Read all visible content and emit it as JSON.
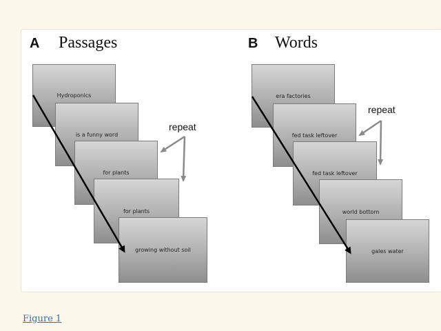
{
  "panel_a": {
    "letter": "A",
    "title": "Passages",
    "cards": [
      "Hydroponics",
      "is a funny word",
      "for plants",
      "for plants",
      "growing without soil"
    ],
    "repeat_label": "repeat"
  },
  "panel_b": {
    "letter": "B",
    "title": "Words",
    "cards": [
      "era factories",
      "fed task leftover",
      "fed task leftover",
      "world bottom",
      "gales water"
    ],
    "repeat_label": "repeat"
  },
  "caption": {
    "link_text": "Figure 1"
  },
  "colors": {
    "arrow": "#000000",
    "repeat_arrow": "#8a8a8a",
    "link": "#3a6ea5"
  }
}
